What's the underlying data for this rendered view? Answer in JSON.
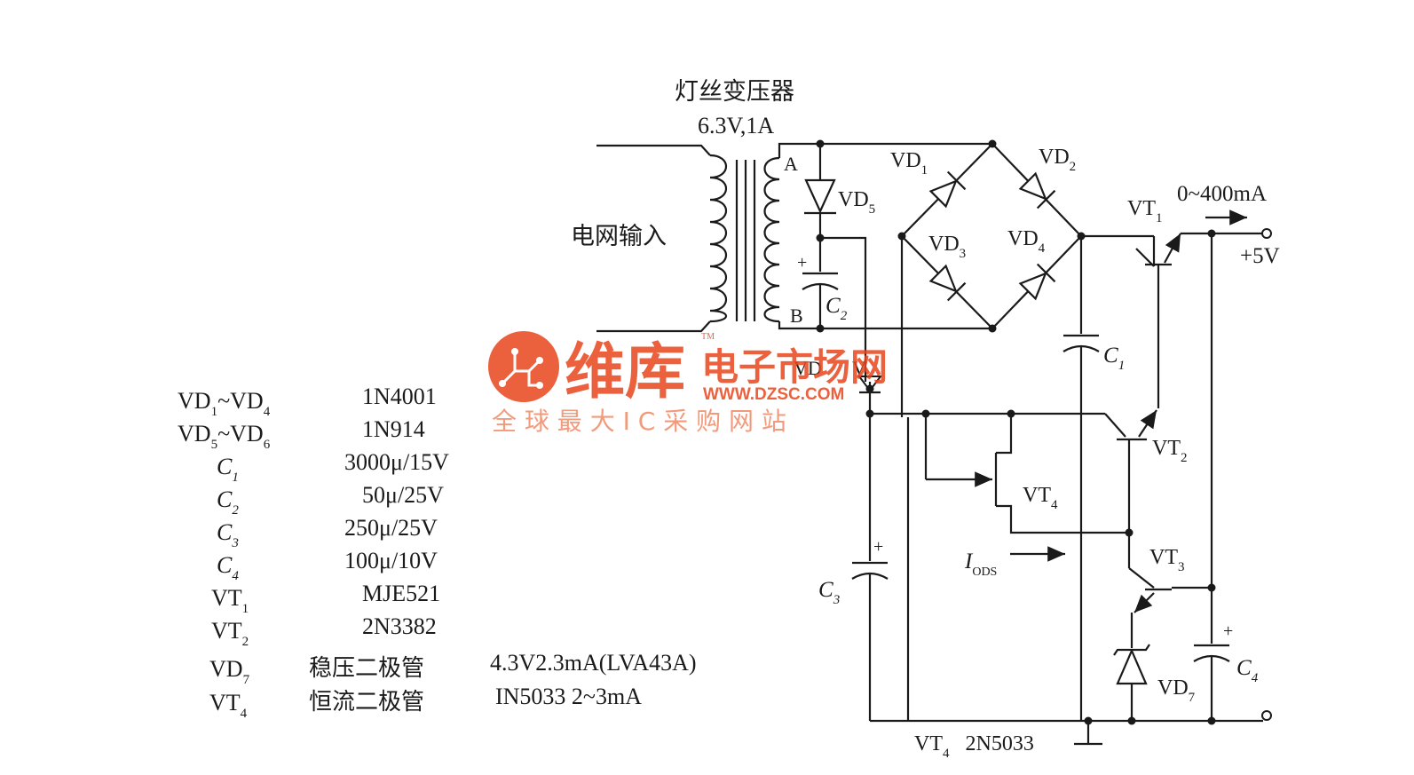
{
  "transformer": {
    "title": "灯丝变压器",
    "rating": "6.3V,1A",
    "tap_a": "A",
    "tap_b": "B",
    "input_label": "电网输入"
  },
  "labels": {
    "vd1": "VD",
    "vd1_sub": "1",
    "vd2": "VD",
    "vd2_sub": "2",
    "vd3": "VD",
    "vd3_sub": "3",
    "vd4": "VD",
    "vd4_sub": "4",
    "vd5": "VD",
    "vd5_sub": "5",
    "vd7": "VD",
    "vd7_sub": "7",
    "vt1": "VT",
    "vt1_sub": "1",
    "vt2": "VT",
    "vt2_sub": "2",
    "vt3": "VT",
    "vt3_sub": "3",
    "vt4": "VT",
    "vt4_sub": "4",
    "c1": "C",
    "c1_sub": "1",
    "c2": "C",
    "c2_sub": "2",
    "c3": "C",
    "c3_sub": "3",
    "c4": "C",
    "c4_sub": "4",
    "iods": "I",
    "iods_sub": "ODS",
    "plus": "+",
    "output_current": "0~400mA",
    "output_voltage": "+5V",
    "bottom_note": "VT",
    "bottom_note_sub": "4",
    "bottom_note_part": "2N5033",
    "partial_vd6": "VD",
    "partial_v": "V"
  },
  "parts_list": [
    {
      "ref": "VD",
      "sub": "1",
      "ref2": "~VD",
      "sub2": "4",
      "value": "1N4001"
    },
    {
      "ref": "VD",
      "sub": "5",
      "ref2": "~VD",
      "sub2": "6",
      "value": "1N914"
    },
    {
      "ref": "C",
      "sub": "1",
      "ref2": "",
      "sub2": "",
      "value": "3000μ/15V"
    },
    {
      "ref": "C",
      "sub": "2",
      "ref2": "",
      "sub2": "",
      "value": "50μ/25V"
    },
    {
      "ref": "C",
      "sub": "3",
      "ref2": "",
      "sub2": "",
      "value": "250μ/25V"
    },
    {
      "ref": "C",
      "sub": "4",
      "ref2": "",
      "sub2": "",
      "value": "100μ/10V"
    },
    {
      "ref": "VT",
      "sub": "1",
      "ref2": "",
      "sub2": "",
      "value": "MJE521"
    },
    {
      "ref": "VT",
      "sub": "2",
      "ref2": "",
      "sub2": "",
      "value": "2N3382"
    }
  ],
  "parts_list_extra": [
    {
      "ref": "VD",
      "sub": "7",
      "desc": "稳压二极管",
      "value": "4.3V2.3mA(LVA43A)"
    },
    {
      "ref": "VT",
      "sub": "4",
      "desc": "恒流二极管",
      "value": "IN5033  2~3mA"
    }
  ],
  "watermark": {
    "brand": "维库",
    "brand2": "电子市场网",
    "tm": "TM",
    "url": "WWW.DZSC.COM",
    "slogan": "全 球 最 大 I C 采 购 网 站",
    "color": "#e8451c"
  }
}
